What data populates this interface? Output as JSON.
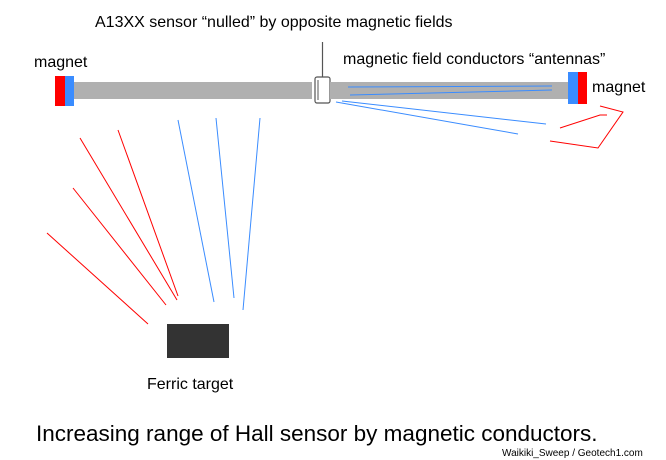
{
  "labels": {
    "sensor": "A13XX sensor “nulled” by opposite magnetic fields",
    "conductors": "magnetic field conductors “antennas”",
    "magnet_left": "magnet",
    "magnet_right": "magnet",
    "target": "Ferric target",
    "caption": "Increasing range of Hall sensor by magnetic conductors.",
    "credit": "Waikiki_Sweep / Geotech1.com"
  },
  "colors": {
    "conductor_bar": "#b0b0b0",
    "magnet_north": "#ff0000",
    "magnet_south": "#3a8cff",
    "field_line_red": "#ff0000",
    "field_line_blue": "#3a8cff",
    "target": "#333333",
    "sensor": "#555555"
  }
}
